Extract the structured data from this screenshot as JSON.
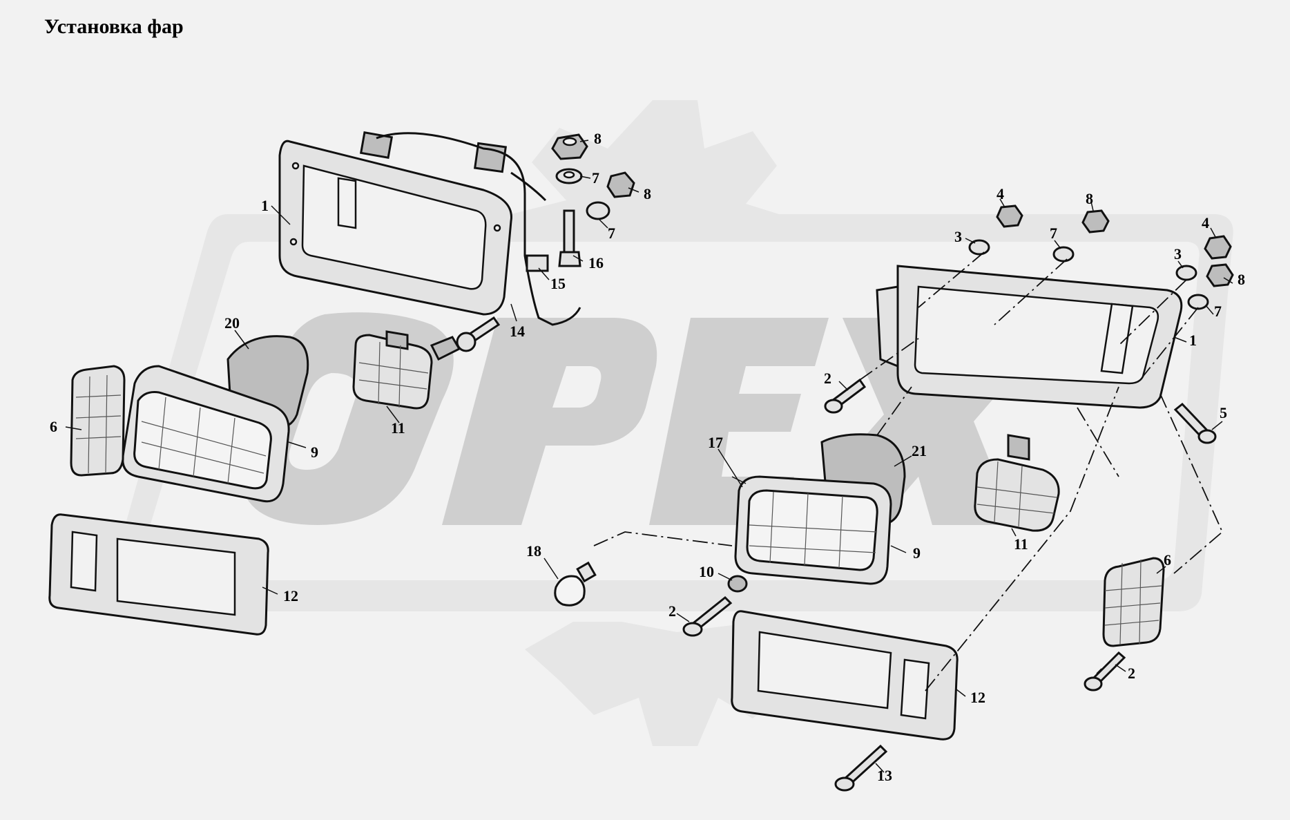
{
  "title": "Установка фар",
  "watermark": {
    "text": "OPEX",
    "color": "#cfcfcf"
  },
  "callouts": {
    "c1_left": "1",
    "c1_right": "1",
    "c2_a": "2",
    "c2_b": "2",
    "c2_c": "2",
    "c3_a": "3",
    "c3_b": "3",
    "c4_a": "4",
    "c4_b": "4",
    "c5": "5",
    "c6_left": "6",
    "c6_right": "6",
    "c7_a": "7",
    "c7_b": "7",
    "c7_c": "7",
    "c7_d": "7",
    "c8_a": "8",
    "c8_b": "8",
    "c8_c": "8",
    "c8_d": "8",
    "c9_left": "9",
    "c9_right": "9",
    "c10": "10",
    "c11_left": "11",
    "c11_right": "11",
    "c12_left": "12",
    "c12_right": "12",
    "c13": "13",
    "c14": "14",
    "c15": "15",
    "c16": "16",
    "c17": "17",
    "c18": "18",
    "c20": "20",
    "c21": "21"
  }
}
